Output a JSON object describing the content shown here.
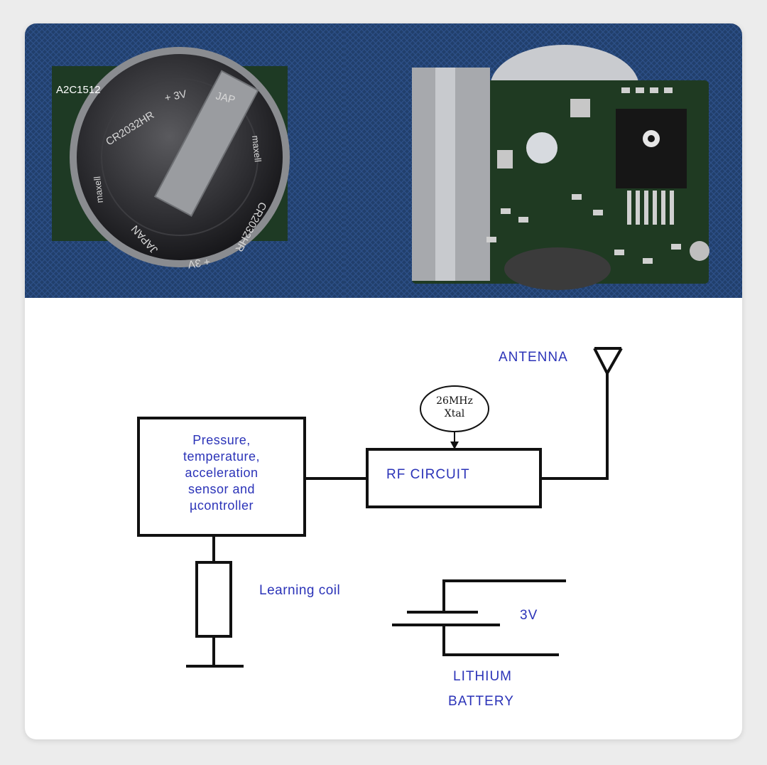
{
  "photos": {
    "left_desc_icon": "coin-battery-photo",
    "right_desc_icon": "pcb-circuit-photo",
    "battery_text": {
      "part_code": "A2C1512",
      "model_top": "CR2032HR",
      "polarity_top": "+ 3V",
      "country_top": "JAP",
      "brand": "maxell",
      "model_bottom": "CR2032HR",
      "polarity_bottom": "+ 3V",
      "country_bottom": "JAPAN"
    }
  },
  "diagram": {
    "antenna_label": "ANTENNA",
    "xtal_line1": "26MHz",
    "xtal_line2": "Xtal",
    "sensor_block": {
      "line1": "Pressure,",
      "line2": "temperature,",
      "line3": "acceleration",
      "line4": "sensor and",
      "line5": "µcontroller"
    },
    "rf_label": "RF CIRCUIT",
    "coil_label": "Learning coil",
    "voltage_label": "3V",
    "battery_line1": "LITHIUM",
    "battery_line2": "BATTERY"
  },
  "colors": {
    "label_blue": "#2b33b8",
    "line_black": "#111111",
    "fabric_blue": "#1f3e6e",
    "pcb_green": "#1f3a22"
  }
}
